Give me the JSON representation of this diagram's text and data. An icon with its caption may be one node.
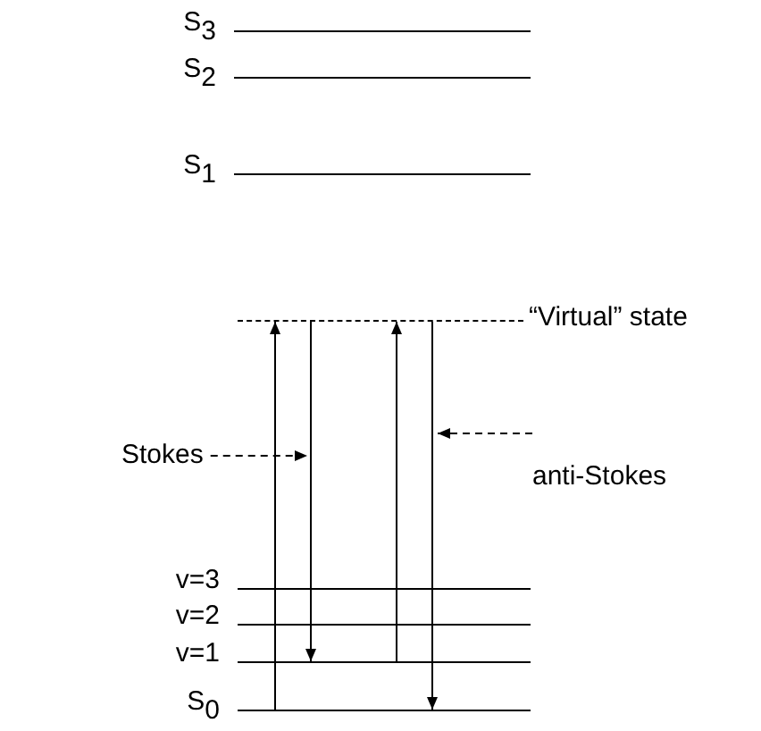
{
  "diagram": {
    "nodes": [
      {
        "text": [
          "S$_{3}$"
        ]
      },
      {
        "text": [
          "S$_{2}$"
        ]
      },
      {
        "text": [
          "S$_{1}$"
        ]
      },
      {
        "text": [
          "“Virtual” state"
        ]
      },
      {
        "text": [
          "v=3"
        ]
      },
      {
        "text": [
          "v=2"
        ]
      },
      {
        "text": [
          "v=1"
        ]
      },
      {
        "text": [
          "S$_{0}$"
        ]
      },
      {
        "text": [
          "Stokes"
        ]
      },
      {
        "text": [
          "anti-Stokes"
        ]
      }
    ],
    "edges": [
      {
        "from": 7,
        "to": 3,
        "arrow": "to"
      },
      {
        "from": 3,
        "to": 6,
        "arrow": "to"
      },
      {
        "from": 6,
        "to": 3,
        "arrow": "to"
      },
      {
        "from": 3,
        "to": 7,
        "arrow": "to"
      },
      {
        "from": 8,
        "to": null,
        "arrow": "to",
        "style": "dashed"
      },
      {
        "from": 9,
        "to": null,
        "arrow": "to",
        "style": "dashed"
      }
    ]
  }
}
